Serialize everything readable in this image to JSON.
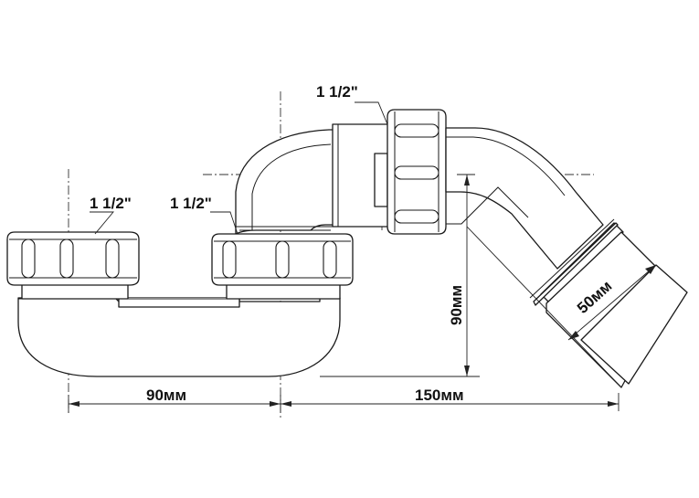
{
  "labels": {
    "thread_left": "1 1/2\"",
    "thread_middle": "1 1/2\"",
    "thread_top": "1 1/2\"",
    "dim_bottom_left": "90мм",
    "dim_bottom_right": "150мм",
    "dim_vertical": "90мм",
    "dim_outlet": "50мм"
  }
}
